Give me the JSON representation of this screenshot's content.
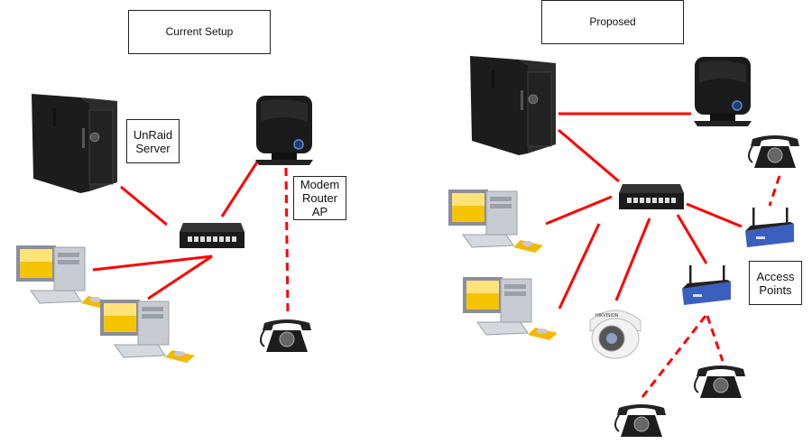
{
  "sections": {
    "current": {
      "title": "Current Setup",
      "labels": {
        "server": "UnRaid Server",
        "modem_line1": "Modem",
        "modem_line2": "Router",
        "modem_line3": "AP"
      },
      "devices": [
        "tower-server",
        "modem-router",
        "network-switch",
        "desktop-pc",
        "desktop-pc",
        "rotary-phone"
      ],
      "links": [
        {
          "from": "server",
          "to": "switch",
          "type": "wired"
        },
        {
          "from": "modem",
          "to": "switch",
          "type": "wired"
        },
        {
          "from": "switch",
          "to": "pc-1",
          "type": "wired"
        },
        {
          "from": "switch",
          "to": "pc-2",
          "type": "wired"
        },
        {
          "from": "modem",
          "to": "phone",
          "type": "wireless"
        }
      ]
    },
    "proposed": {
      "title": "Proposed",
      "labels": {
        "access_points_line1": "Access",
        "access_points_line2": "Points"
      },
      "devices": [
        "tower-server",
        "modem-router",
        "network-switch",
        "desktop-pc",
        "desktop-pc",
        "security-camera",
        "wireless-access-point",
        "wireless-access-point",
        "rotary-phone",
        "rotary-phone",
        "rotary-phone"
      ],
      "links": [
        {
          "from": "server",
          "to": "modem",
          "type": "wired"
        },
        {
          "from": "server",
          "to": "switch",
          "type": "wired"
        },
        {
          "from": "switch",
          "to": "pc-1",
          "type": "wired"
        },
        {
          "from": "switch",
          "to": "pc-2",
          "type": "wired"
        },
        {
          "from": "switch",
          "to": "camera",
          "type": "wired"
        },
        {
          "from": "switch",
          "to": "ap-1",
          "type": "wired"
        },
        {
          "from": "switch",
          "to": "ap-2",
          "type": "wired"
        },
        {
          "from": "ap-2",
          "to": "phone-1",
          "type": "wireless"
        },
        {
          "from": "ap-1",
          "to": "phone-2",
          "type": "wireless"
        },
        {
          "from": "ap-1",
          "to": "phone-3",
          "type": "wireless"
        }
      ]
    }
  },
  "colors": {
    "link": "#ff0000",
    "box_border": "#222222"
  }
}
